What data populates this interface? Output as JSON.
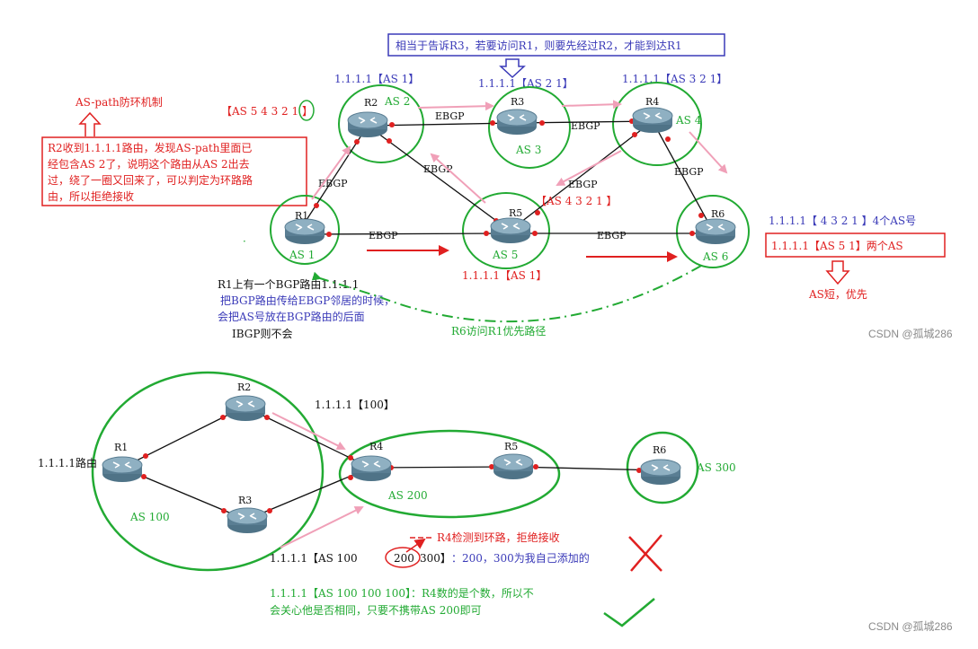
{
  "colors": {
    "green": "#22aa33",
    "red": "#e02020",
    "blue": "#3a3ab8",
    "pink": "#f0a0b8",
    "black": "#111111",
    "router_body": "#5a7e93",
    "router_top": "#8fb0c2"
  },
  "top": {
    "callout_blue": "相当于告诉R3，若要访问R1，则要先经过R2，才能到达R1",
    "prefix_r2": "1.1.1.1【AS 1】",
    "prefix_r3": "1.1.1.1【AS 2 1】",
    "prefix_r4": "1.1.1.1【AS 3 2 1】",
    "aspath_title": "AS-path防环机制",
    "loop_path": "【AS 5 4 3 2 1 】",
    "loop_note_lines": [
      "R2收到1.1.1.1路由，发现AS-path里面已",
      "经包含AS 2了，说明这个路由从AS 2出去",
      "过，绕了一圈又回来了，可以判定为环路路",
      "由，所以拒绝接收"
    ],
    "prefix_r5_from_r4": "【AS 4 3 2 1 】",
    "prefix_r5": "1.1.1.1【AS 1】",
    "r6_long": "1.1.1.1【 4 3 2 1 】4个AS号",
    "r6_short": "1.1.1.1【AS 5 1】两个AS",
    "as_short": "AS短，优先",
    "r1_route": "R1上有一个BGP路由1.1.1.1",
    "ebgp_note_1": "把BGP路由传给EBGP邻居的时候，",
    "ebgp_note_2": "会把AS号放在BGP路由的后面",
    "ibgp_note": "IBGP则不会",
    "r6_path": "R6访问R1优先路径",
    "ebgp": "EBGP",
    "routers": {
      "r1": "R1",
      "r2": "R2",
      "r3": "R3",
      "r4": "R4",
      "r5": "R5",
      "r6": "R6"
    },
    "as_labels": {
      "as1": "AS 1",
      "as2": "AS 2",
      "as3": "AS 3",
      "as4": "AS  4",
      "as5": "AS 5",
      "as6": "AS 6"
    }
  },
  "bottom": {
    "routers": {
      "r1": "R1",
      "r2": "R2",
      "r3": "R3",
      "r4": "R4",
      "r5": "R5",
      "r6": "R6"
    },
    "as100": "AS 100",
    "as200": "AS 200",
    "as300": "AS 300",
    "route_origin": "1.1.1.1路由",
    "prefix_100": "1.1.1.1【100】",
    "loop_detect": "R4检测到环路，拒绝接收",
    "bad_prefix": "1.1.1.1【AS 100",
    "bad_200": "200",
    "bad_tail": "300】",
    "bad_note": "：200，300为我自己添加的",
    "good_line1": "1.1.1.1【AS 100 100 100】：R4数的是个数，所以不",
    "good_line2": "会关心他是否相同，只要不携带AS 200即可"
  },
  "watermark": "CSDN @孤城286"
}
